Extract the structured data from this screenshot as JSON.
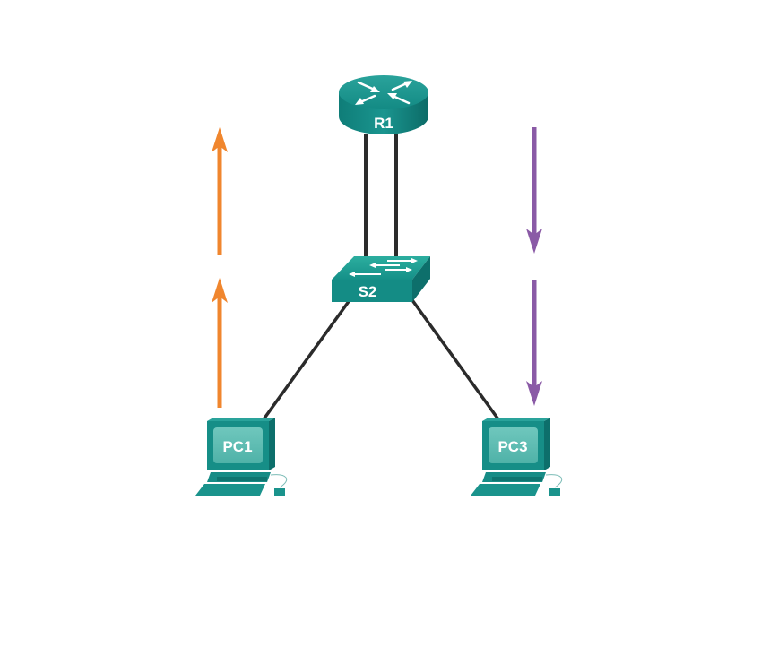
{
  "diagram": {
    "devices": {
      "router": {
        "label": "R1",
        "type": "router"
      },
      "switch": {
        "label": "S2",
        "type": "switch"
      },
      "pc1": {
        "label": "PC1",
        "type": "pc"
      },
      "pc3": {
        "label": "PC3",
        "type": "pc"
      }
    },
    "links": [
      {
        "from": "R1",
        "to": "S2",
        "count": 2
      },
      {
        "from": "S2",
        "to": "PC1",
        "count": 1
      },
      {
        "from": "S2",
        "to": "PC3",
        "count": 1
      }
    ],
    "flows": [
      {
        "name": "upstream-from-pc1",
        "direction": "up",
        "segments": 2,
        "color": "#f0862e"
      },
      {
        "name": "downstream-to-pc3",
        "direction": "down",
        "segments": 2,
        "color": "#8a5aa6"
      }
    ],
    "colors": {
      "device": "#1a8f8a",
      "device_dark": "#0f6f6b",
      "device_light": "#5cc0b8",
      "link": "#2b2b2b",
      "label": "#ffffff"
    }
  }
}
